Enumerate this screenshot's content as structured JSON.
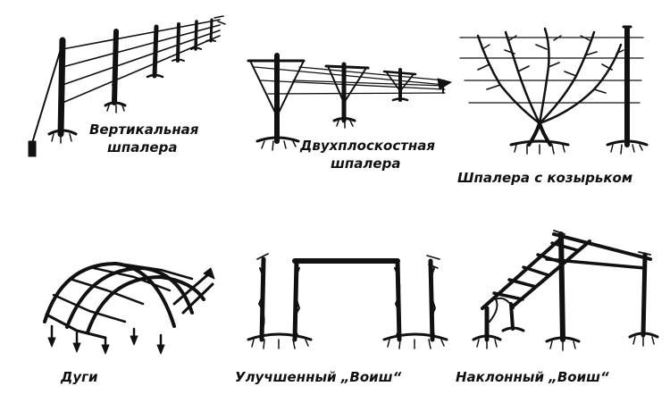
{
  "colors": {
    "ink": "#111111",
    "paper": "#ffffff"
  },
  "panels": [
    {
      "id": "vertical",
      "caption_lines": [
        "Вертикальная",
        "шпалера"
      ]
    },
    {
      "id": "two-plane",
      "caption_lines": [
        "Двухплоскостная",
        "шпалера"
      ]
    },
    {
      "id": "visor",
      "caption_lines": [
        "Шпалера с козырьком"
      ]
    },
    {
      "id": "arcs",
      "caption_lines": [
        "Дуги"
      ]
    },
    {
      "id": "improved-voish",
      "caption_lines": [
        "Улучшенный „Воиш“"
      ]
    },
    {
      "id": "inclined-voish",
      "caption_lines": [
        "Наклонный „Воиш“"
      ]
    }
  ]
}
